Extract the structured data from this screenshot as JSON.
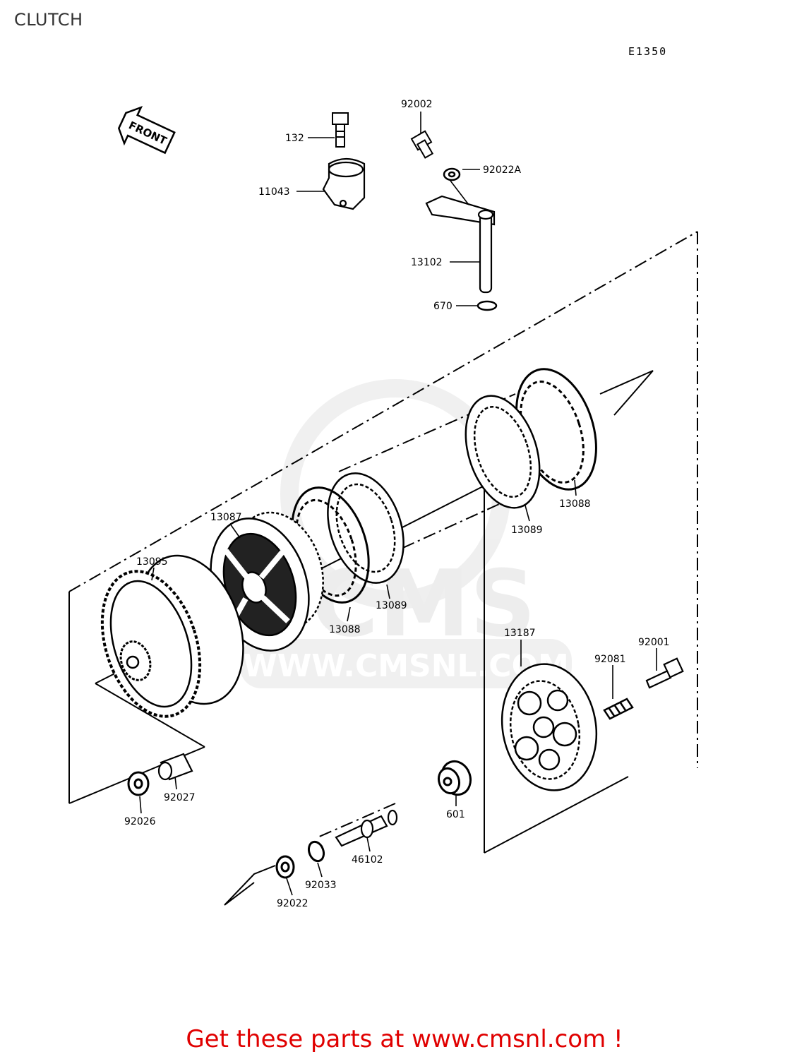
{
  "header": {
    "title": "CLUTCH",
    "diagram_code": "E1350"
  },
  "front_arrow_label": "FRONT",
  "watermark": {
    "text": "WWW.CMSNL.COM",
    "logo_text": "CMS"
  },
  "parts": {
    "p132": "132",
    "p92002": "92002",
    "p92022A": "92022A",
    "p11043": "11043",
    "p13102": "13102",
    "p670": "670",
    "p13087": "13087",
    "p13095": "13095",
    "p13088a": "13088",
    "p13089a": "13089",
    "p13089b": "13089",
    "p13088b": "13088",
    "p13187": "13187",
    "p92081": "92081",
    "p92001": "92001",
    "p92027": "92027",
    "p92026": "92026",
    "p601": "601",
    "p46102": "46102",
    "p92033": "92033",
    "p92022": "92022"
  },
  "footer": {
    "promo": "Get these parts at www.cmsnl.com !"
  }
}
